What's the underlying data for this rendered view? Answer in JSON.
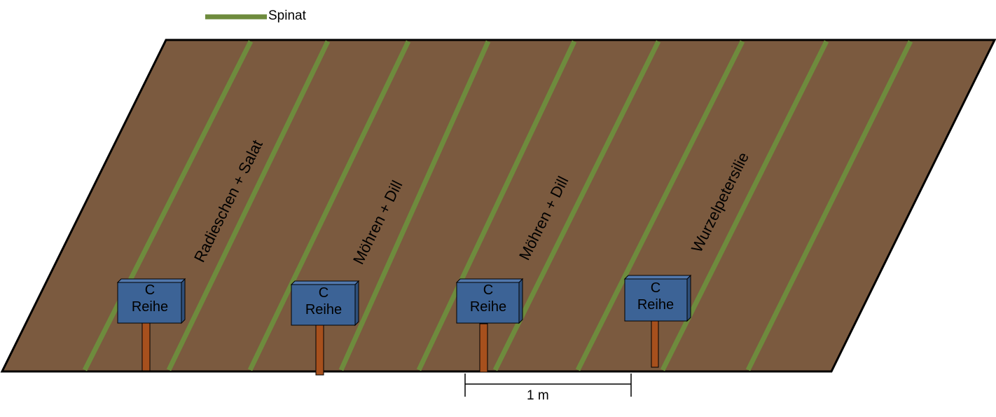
{
  "legend": {
    "label": "Spinat",
    "color": "#6e8b3d"
  },
  "colors": {
    "soil": "#7b5a3f",
    "spinach": "#6e8b3d",
    "sign": "#3c6396",
    "post": "#a7501d",
    "outline": "#000000"
  },
  "beds": [
    {
      "label": "Radieschen + Salat"
    },
    {
      "label": "Möhren + Dill"
    },
    {
      "label": "Möhren + Dill"
    },
    {
      "label": "Wurzelpetersilie"
    }
  ],
  "signs": [
    {
      "line1": "C",
      "line2": "Reihe"
    },
    {
      "line1": "C",
      "line2": "Reihe"
    },
    {
      "line1": "C",
      "line2": "Reihe"
    },
    {
      "line1": "C",
      "line2": "Reihe"
    }
  ],
  "scale": {
    "label": "1 m"
  }
}
